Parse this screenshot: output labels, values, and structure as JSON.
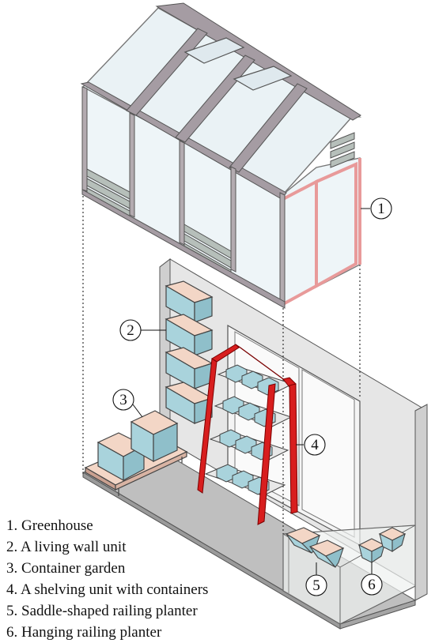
{
  "legend": [
    {
      "number": "1",
      "text": "1. Greenhouse"
    },
    {
      "number": "2",
      "text": "2. A living wall unit"
    },
    {
      "number": "3",
      "text": "3. Container garden"
    },
    {
      "number": "4",
      "text": "4. A shelving unit with containers"
    },
    {
      "number": "5",
      "text": "5. Saddle-shaped railing planter"
    },
    {
      "number": "6",
      "text": "6. Hanging railing planter"
    }
  ],
  "callouts": [
    "1",
    "2",
    "3",
    "4",
    "5",
    "6"
  ],
  "colors": {
    "frame": "#8a7f86",
    "glass": "#eef4f7",
    "wall": "#e2e2e2",
    "floor": "#bdbdbd",
    "shelf_red": "#d81e1e",
    "planter": "#a9d3dc",
    "soil": "#f3d6c6",
    "louver": "#b6bfba",
    "greenhouse_highlight": "#e89a9a"
  }
}
